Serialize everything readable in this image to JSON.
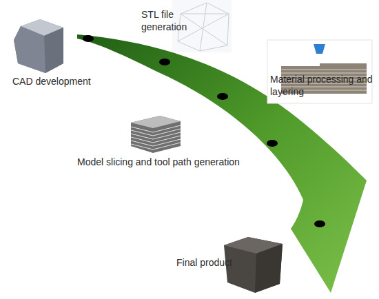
{
  "diagram": {
    "labels": [
      "STL file generation",
      "CAD development",
      "Material processing and layering",
      "Model slicing and tool path generation",
      "Final product"
    ]
  }
}
